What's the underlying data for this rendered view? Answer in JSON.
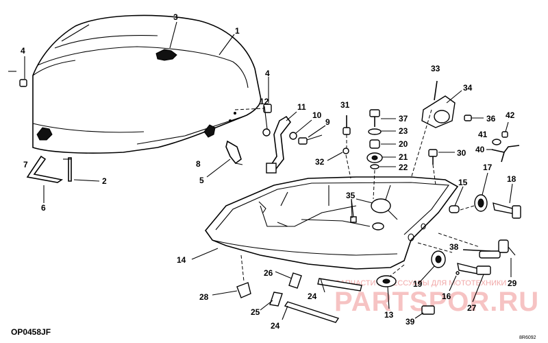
{
  "diagram": {
    "drawing_code": "OP0458JF",
    "corner_code": "8R6092",
    "watermark_small": "ЗАПЧАСТИ АКСЕССУАРЫ ДЛЯ МОТОТЕХНИКИ",
    "watermark_large": "PARTSPOR.RU",
    "callouts": [
      "1",
      "2",
      "3",
      "4",
      "4",
      "5",
      "6",
      "7",
      "8",
      "9",
      "10",
      "11",
      "12",
      "13",
      "14",
      "15",
      "16",
      "17",
      "18",
      "19",
      "20",
      "21",
      "22",
      "23",
      "24",
      "24",
      "25",
      "26",
      "27",
      "28",
      "29",
      "30",
      "31",
      "32",
      "33",
      "34",
      "35",
      "36",
      "37",
      "38",
      "39",
      "40",
      "41",
      "42"
    ]
  }
}
